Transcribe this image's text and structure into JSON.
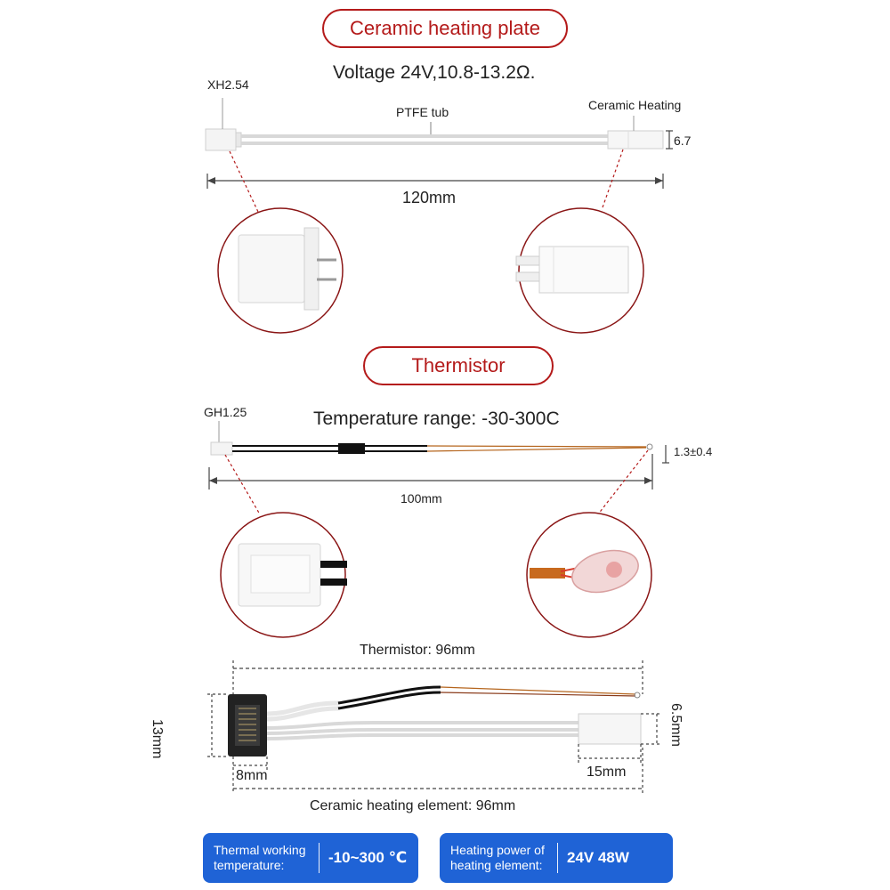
{
  "sections": {
    "heater": {
      "title": "Ceramic heating plate",
      "spec": "Voltage 24V,10.8-13.2Ω.",
      "connector_label": "XH2.54",
      "tube_label": "PTFE tub",
      "element_label": "Ceramic Heating",
      "height_label": "6.7",
      "length_label": "120mm"
    },
    "thermistor": {
      "title": "Thermistor",
      "spec": "Temperature range: -30-300C",
      "connector_label": "GH1.25",
      "tip_label": "1.3±0.4",
      "length_label": "100mm"
    },
    "assembly": {
      "thermistor_length": "Thermistor: 96mm",
      "heater_length": "Ceramic heating element: 96mm",
      "connector_height": "13mm",
      "connector_width": "8mm",
      "element_height": "6.5mm",
      "element_length": "15mm"
    }
  },
  "badges": [
    {
      "label_line1": "Thermal working",
      "label_line2": "temperature:",
      "value": "-10~300 ℃"
    },
    {
      "label_line1": "Heating power of",
      "label_line2": "heating element:",
      "value": "24V 48W"
    }
  ],
  "colors": {
    "accent": "#b41a1a",
    "badge": "#1f63d6",
    "wire_copper": "#b5651d"
  }
}
